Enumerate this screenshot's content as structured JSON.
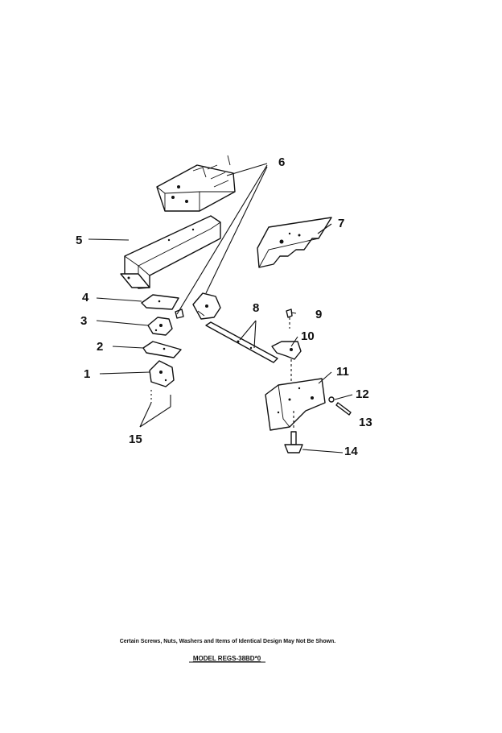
{
  "callouts": [
    "1",
    "2",
    "3",
    "4",
    "5",
    "6",
    "7",
    "8",
    "9",
    "10",
    "11",
    "12",
    "13",
    "14",
    "15"
  ],
  "footnote": "Certain Screws, Nuts, Washers and Items of Identical Design May Not Be Shown.",
  "model": "MODEL REGS-38BD*0"
}
